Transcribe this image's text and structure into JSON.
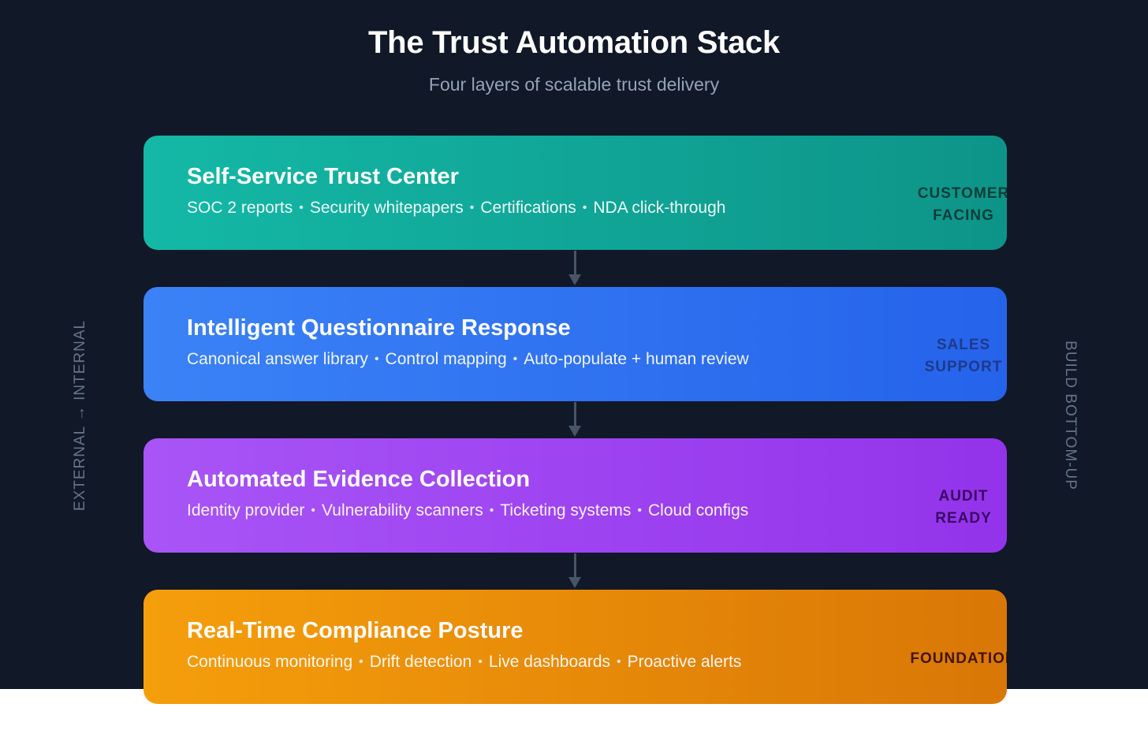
{
  "header": {
    "title": "The Trust Automation Stack",
    "subtitle": "Four layers of scalable trust delivery"
  },
  "side_labels": {
    "left": "EXTERNAL → INTERNAL",
    "right": "BUILD BOTTOM-UP"
  },
  "layers": [
    {
      "title": "Self-Service Trust Center",
      "items": [
        "SOC 2 reports",
        "Security whitepapers",
        "Certifications",
        "NDA click-through"
      ],
      "badge": [
        "CUSTOMER",
        "FACING"
      ],
      "color": "#14b8a6"
    },
    {
      "title": "Intelligent Questionnaire Response",
      "items": [
        "Canonical answer library",
        "Control mapping",
        "Auto-populate + human review"
      ],
      "badge": [
        "SALES",
        "SUPPORT"
      ],
      "color": "#3b82f6"
    },
    {
      "title": "Automated Evidence Collection",
      "items": [
        "Identity provider",
        "Vulnerability scanners",
        "Ticketing systems",
        "Cloud configs"
      ],
      "badge": [
        "AUDIT",
        "READY"
      ],
      "color": "#a855f7"
    },
    {
      "title": "Real-Time Compliance Posture",
      "items": [
        "Continuous monitoring",
        "Drift detection",
        "Live dashboards",
        "Proactive alerts"
      ],
      "badge": [
        "FOUNDATION"
      ],
      "color": "#f59e0b"
    }
  ],
  "separator": "•",
  "colors": {
    "background": "#111827",
    "connector": "#475569",
    "side_label": "#64748b"
  }
}
